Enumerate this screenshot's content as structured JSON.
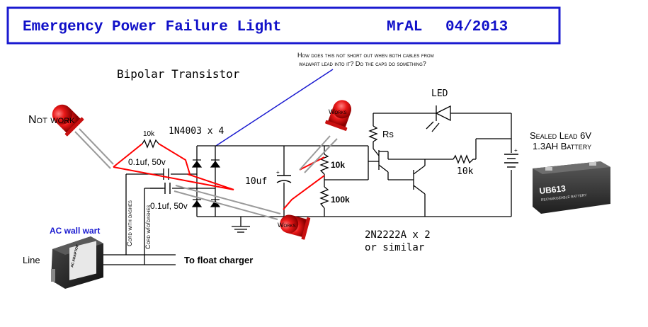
{
  "title": {
    "main": "Emergency Power Failure Light",
    "author": "MrAL",
    "date": "04/2013"
  },
  "labels": {
    "bipolar_transistor": "Bipolar Transistor",
    "question_line1": "How does this not short out when both cables from",
    "question_line2": "walwart lead into it? Do the caps do something?",
    "not_work": "Not work",
    "works_top": "Works",
    "works_bottom": "Works",
    "led": "LED",
    "diodes": "1N4003 x 4",
    "r_10k_top": "10k",
    "cap_top": "0.1uf, 50v",
    "cap_bottom": "0.1uf, 50v",
    "cap_10uf": "10uf",
    "r_10k_right": "10k",
    "r_100k": "100k",
    "rs": "Rs",
    "r_10k_base": "10k",
    "battery_line1": "Sealed Lead 6V",
    "battery_line2": "1.3AH Battery",
    "battery_model": "UB613",
    "battery_subtext": "RECHARGEABLE BATTERY",
    "transistors_line1": "2N2222A x 2",
    "transistors_line2": "or similar",
    "cord_with_dashes": "Cord with dashes",
    "cord_without_dashes": "Cord w/o/dashes",
    "ac_wall_wart": "AC wall wart",
    "adapter_text": "AC ADAPTOR",
    "line": "Line",
    "to_float_charger": "To float charger"
  },
  "colors": {
    "title_border": "#1a1ad0",
    "title_text": "#1010c8",
    "annotation_blue": "#1a1ad0",
    "wire_red": "#ff0000",
    "led_red": "#e81818",
    "circuit": "#000000",
    "battery_body": "#3a3a3a"
  }
}
